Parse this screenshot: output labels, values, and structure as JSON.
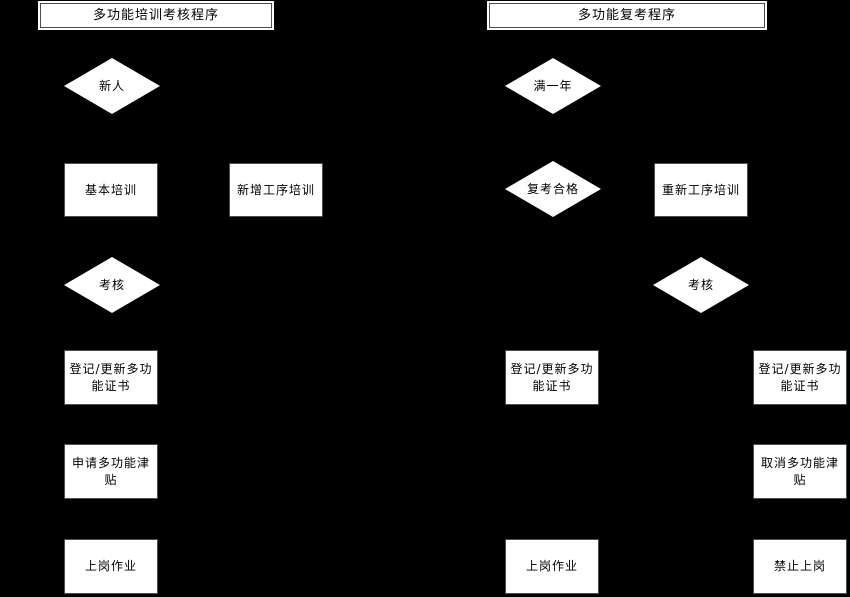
{
  "colors": {
    "background": "#000000",
    "shape_fill": "#ffffff",
    "shape_border": "#4d4d4d",
    "text": "#000000"
  },
  "sections": {
    "training": {
      "title": "多功能培训考核程序",
      "nodes": {
        "new_person": {
          "shape": "diamond",
          "label": "新人"
        },
        "basic_training": {
          "shape": "rect",
          "label": "基本培训"
        },
        "new_process_training": {
          "shape": "rect",
          "label": "新增工序培训"
        },
        "assessment": {
          "shape": "diamond",
          "label": "考核"
        },
        "register_certificate": {
          "shape": "rect",
          "label": "登记/更新多功\n能证书"
        },
        "apply_allowance": {
          "shape": "rect",
          "label": "申请多功能津\n贴"
        },
        "start_work": {
          "shape": "rect",
          "label": "上岗作业"
        }
      }
    },
    "reexam": {
      "title": "多功能复考程序",
      "nodes": {
        "one_year": {
          "shape": "diamond",
          "label": "满一年"
        },
        "reexam_pass": {
          "shape": "diamond",
          "label": "复考合格"
        },
        "retraining": {
          "shape": "rect",
          "label": "重新工序培训"
        },
        "assessment": {
          "shape": "diamond",
          "label": "考核"
        },
        "register_certificate_mid": {
          "shape": "rect",
          "label": "登记/更新多功\n能证书"
        },
        "register_certificate_right": {
          "shape": "rect",
          "label": "登记/更新多功\n能证书"
        },
        "cancel_allowance": {
          "shape": "rect",
          "label": "取消多功能津\n贴"
        },
        "start_work": {
          "shape": "rect",
          "label": "上岗作业"
        },
        "forbid_work": {
          "shape": "rect",
          "label": "禁止上岗"
        }
      }
    }
  }
}
